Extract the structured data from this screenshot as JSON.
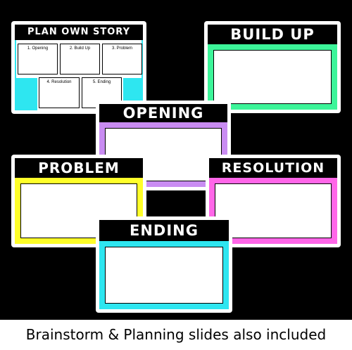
{
  "slides": {
    "plan": {
      "title": "PLAN OWN STORY",
      "color": "#2ee6f0",
      "cells": [
        "1.  Opening",
        "2. Build Up",
        "3. Problem",
        "4. Resolution",
        "5. Ending"
      ]
    },
    "build_up": {
      "title": "BUILD UP",
      "color": "#3df59a"
    },
    "opening": {
      "title": "OPENING",
      "color": "#c98cf2"
    },
    "problem": {
      "title": "PROBLEM",
      "color": "#ffff2a"
    },
    "resolution": {
      "title": "RESOLUTION",
      "color": "#ff66e8"
    },
    "ending": {
      "title": "ENDING",
      "color": "#2ee6f0"
    }
  },
  "caption": "Brainstorm & Planning slides also included"
}
